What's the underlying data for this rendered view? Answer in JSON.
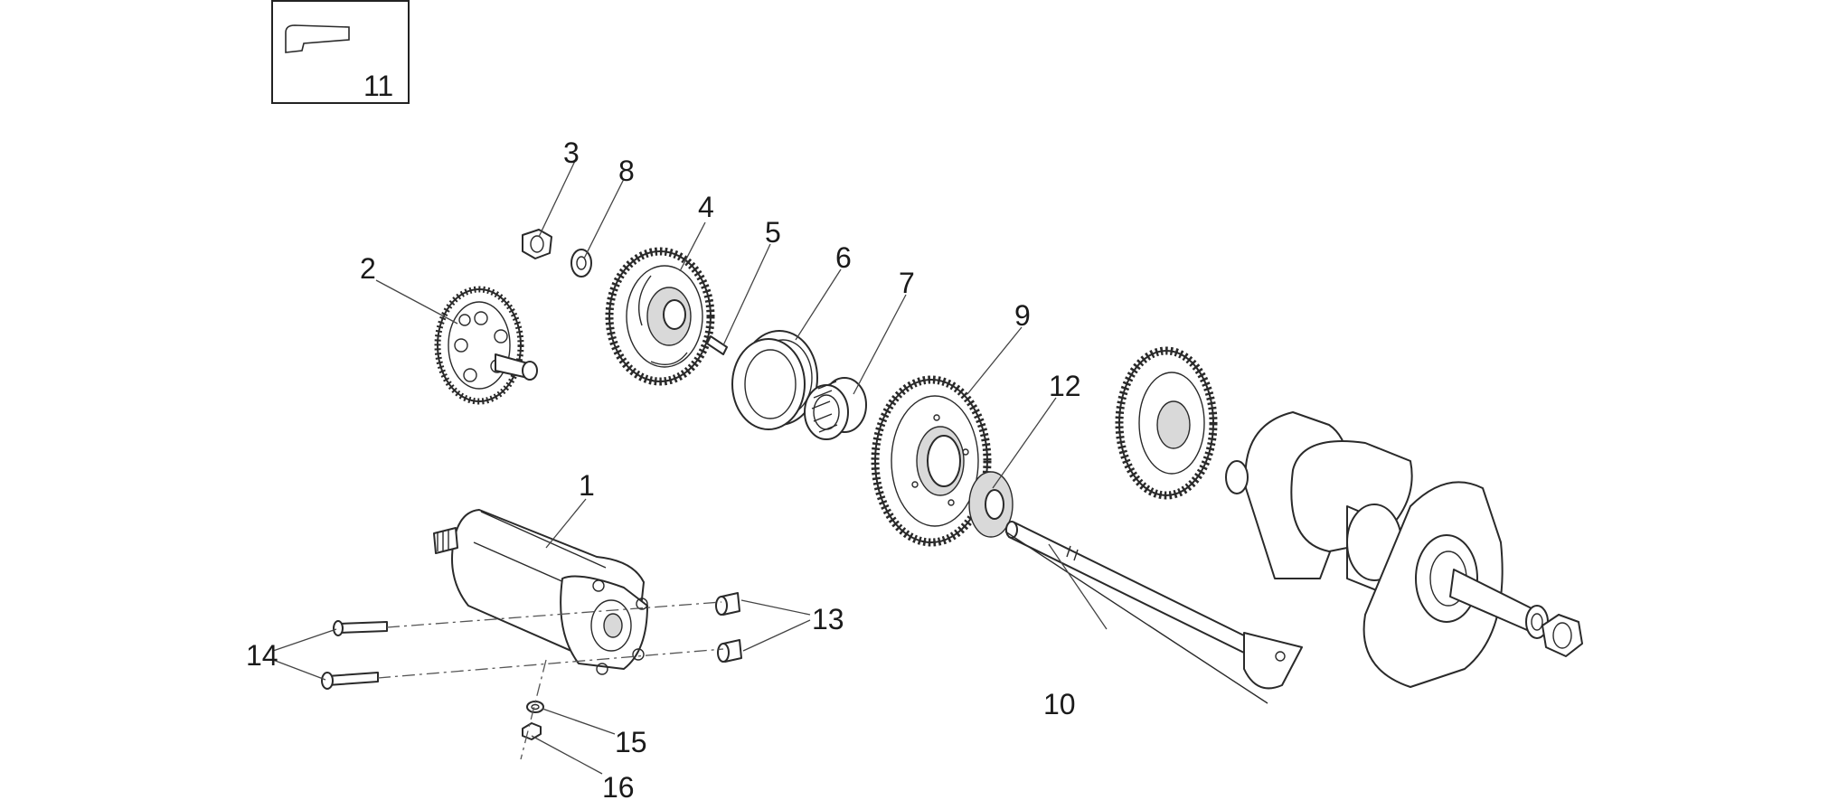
{
  "diagram": {
    "inset_label": "11",
    "callouts": {
      "c1": "1",
      "c2": "2",
      "c3": "3",
      "c4": "4",
      "c5": "5",
      "c6": "6",
      "c7": "7",
      "c8": "8",
      "c9": "9",
      "c10": "10",
      "c12": "12",
      "c13": "13",
      "c14": "14",
      "c15": "15",
      "c16": "16"
    }
  }
}
